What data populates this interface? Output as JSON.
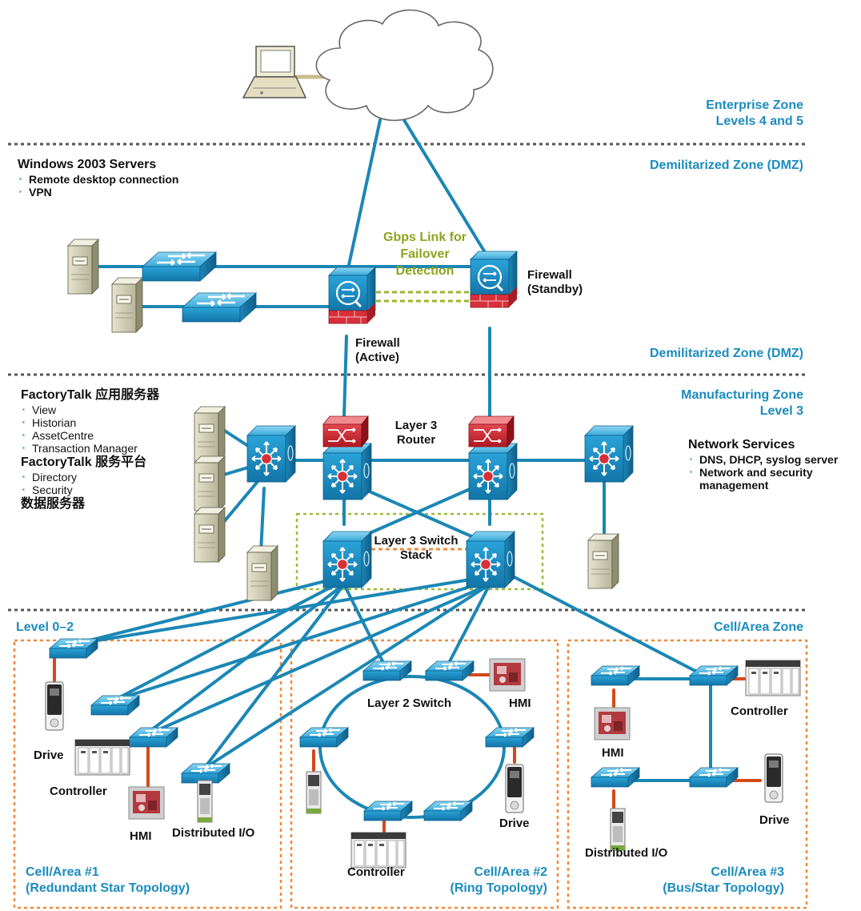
{
  "zones": {
    "enterprise_line1": "Enterprise Zone",
    "enterprise_line2": "Levels 4 and 5",
    "dmz_top": "Demilitarized Zone (DMZ)",
    "dmz_bottom": "Demilitarized Zone (DMZ)",
    "manufacturing_line1": "Manufacturing Zone",
    "manufacturing_line2": "Level 3",
    "level_0_2": "Level 0–2",
    "cell_area_zone": "Cell/Area Zone"
  },
  "windows_servers": {
    "title": "Windows 2003 Servers",
    "items": [
      "Remote desktop connection",
      "VPN"
    ]
  },
  "factorytalk": {
    "app_title": "FactoryTalk 应用服务器",
    "app_items": [
      "View",
      "Historian",
      "AssetCentre",
      "Transaction Manager"
    ],
    "platform_title": "FactoryTalk 服务平台",
    "platform_items": [
      "Directory",
      "Security"
    ],
    "data_title": "数据服务器"
  },
  "network_services": {
    "title": "Network Services",
    "items": [
      "DNS, DHCP, syslog server",
      "Network and security management"
    ]
  },
  "labels": {
    "gbps_link": [
      "Gbps Link for",
      "Failover",
      "Detection"
    ],
    "firewall_standby": [
      "Firewall",
      "(Standby)"
    ],
    "firewall_active": [
      "Firewall",
      "(Active)"
    ],
    "layer3_router": [
      "Layer 3",
      "Router"
    ],
    "layer3_switch_stack": [
      "Layer 3 Switch",
      "Stack"
    ],
    "layer2_switch": "Layer 2 Switch",
    "drive": "Drive",
    "controller": "Controller",
    "hmi": "HMI",
    "distributed_io": "Distributed I/O"
  },
  "cells": [
    {
      "name": "Cell/Area #1",
      "topology": "(Redundant Star Topology)"
    },
    {
      "name": "Cell/Area #2",
      "topology": "(Ring Topology)"
    },
    {
      "name": "Cell/Area #3",
      "topology": "(Bus/Star Topology)"
    }
  ],
  "colors": {
    "link": "#1b87b5",
    "device": "#2aa1d3",
    "zone_text": "#1a8cbf",
    "failover": "#9bb534",
    "cell_border": "#f08a3c",
    "stack_border": "#9bbd3a",
    "firewall_brick": "#d8303a",
    "router_red": "#c8202a",
    "io_link": "#d24a1c"
  }
}
